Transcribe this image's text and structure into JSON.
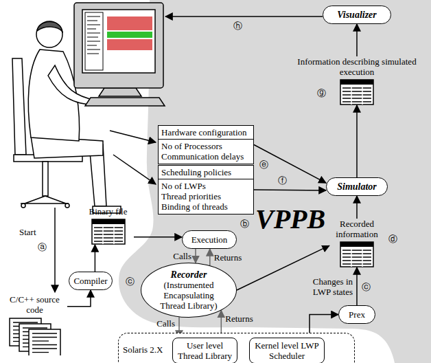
{
  "diagram": {
    "nodes": [
      {
        "text": [
          "Visualizer"
        ]
      },
      {
        "text": [
          "Information describing simulated execution"
        ]
      },
      {
        "text": [
          "Hardware configuration",
          "No of Processors",
          "Communication delays"
        ]
      },
      {
        "text": [
          "Scheduling policies",
          "No of LWPs",
          "Thread priorities",
          "Binding of threads"
        ]
      },
      {
        "text": [
          "Simulator"
        ]
      },
      {
        "text": [
          "Binary file"
        ]
      },
      {
        "text": [
          "Execution"
        ]
      },
      {
        "text": [
          "Recorded information"
        ]
      },
      {
        "text": [
          "Compiler"
        ]
      },
      {
        "text": [
          "Recorder",
          "(Instrumented Encapsulating Thread Library)"
        ]
      },
      {
        "text": [
          "Prex"
        ]
      },
      {
        "text": [
          "C/C++ source code"
        ]
      },
      {
        "text": [
          "Solaris 2.X"
        ]
      },
      {
        "text": [
          "User level Thread Library"
        ],
        "in": 12
      },
      {
        "text": [
          "Kernel level LWP Scheduler"
        ],
        "in": 12
      }
    ],
    "edges": [
      {
        "from": 1,
        "to": 0,
        "arrow": "to"
      },
      {
        "from": 4,
        "to": 1,
        "arrow": "to"
      },
      {
        "from": 7,
        "to": 4,
        "arrow": "to"
      },
      {
        "from": 2,
        "to": 4,
        "arrow": "to"
      },
      {
        "from": 3,
        "to": 4,
        "arrow": "to"
      },
      {
        "from": 11,
        "to": 8,
        "arrow": "to"
      },
      {
        "from": 8,
        "to": 5,
        "arrow": "to"
      },
      {
        "from": 5,
        "to": 6,
        "arrow": "to"
      },
      {
        "from": 6,
        "to": 9,
        "label": "Calls",
        "arrow": "to"
      },
      {
        "from": 9,
        "to": 6,
        "label": "Returns",
        "arrow": "to"
      },
      {
        "from": 9,
        "to": 13,
        "label": "Calls",
        "arrow": "to"
      },
      {
        "from": 13,
        "to": 9,
        "label": "Returns",
        "arrow": "to"
      },
      {
        "from": 9,
        "to": 7,
        "arrow": "to"
      },
      {
        "from": 14,
        "to": 10,
        "arrow": "to"
      },
      {
        "from": 10,
        "to": 7,
        "label": "Changes in LWP states",
        "arrow": "to"
      }
    ],
    "labels": [
      "Start",
      "ⓐ",
      "ⓑ",
      "ⓒ",
      "ⓒ",
      "ⓓ",
      "ⓔ",
      "ⓕ",
      "ⓖ",
      "ⓗ",
      "VPPB"
    ]
  }
}
